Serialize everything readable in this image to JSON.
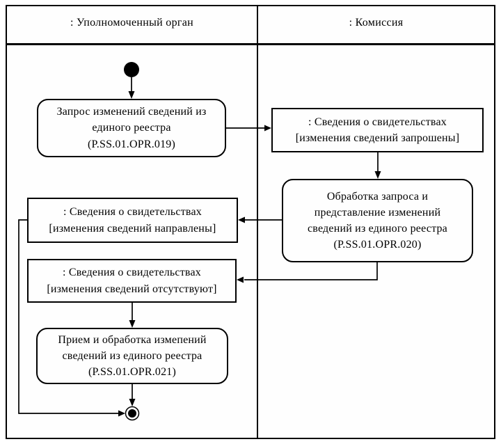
{
  "diagram": {
    "kind": "uml-activity-swimlane",
    "colors": {
      "line": "#000000",
      "background": "#ffffff"
    },
    "lanes": {
      "left": {
        "label": ": Уполномоченный орган"
      },
      "right": {
        "label": ": Комиссия"
      }
    },
    "nodes": {
      "opr019": {
        "type": "activity",
        "text": "Запрос изменений сведений из\nединого реестра\n(P.SS.01.OPR.019)"
      },
      "requested": {
        "type": "object",
        "text": ": Сведения о свидетельствах\n[изменения сведений запрошены]"
      },
      "opr020": {
        "type": "activity",
        "text": "Обработка запроса и\nпредставление изменений\nсведений из единого реестра\n(P.SS.01.OPR.020)"
      },
      "sent": {
        "type": "object",
        "text": ": Сведения о свидетельствах\n[изменения сведений направлены]"
      },
      "absent": {
        "type": "object",
        "text": ": Сведения о свидетельствах\n[изменения сведений отсутствуют]"
      },
      "opr021": {
        "type": "activity",
        "text": "Прием и обработка измепений\nсведений из единого реестра\n(P.SS.01.OPR.021)"
      }
    },
    "markers": {
      "initial": "initial-node",
      "final": "final-node"
    },
    "edges": [
      "initial -> opr019",
      "opr019 -> requested",
      "requested -> opr020",
      "opr020 -> sent",
      "opr020 -> absent",
      "absent -> opr021",
      "opr021 -> final",
      "sent -> final"
    ]
  }
}
